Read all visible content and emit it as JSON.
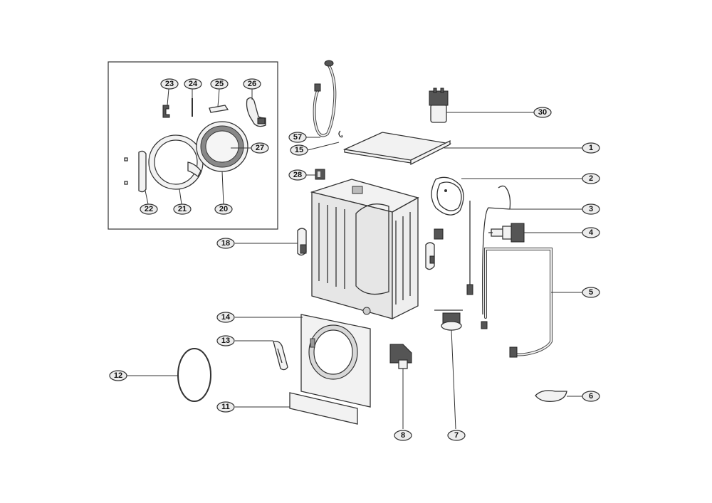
{
  "diagram": {
    "callouts": [
      {
        "id": "c23",
        "label": "23"
      },
      {
        "id": "c24",
        "label": "24"
      },
      {
        "id": "c25",
        "label": "25"
      },
      {
        "id": "c26",
        "label": "26"
      },
      {
        "id": "c27",
        "label": "27"
      },
      {
        "id": "c22",
        "label": "22"
      },
      {
        "id": "c21",
        "label": "21"
      },
      {
        "id": "c20",
        "label": "20"
      },
      {
        "id": "c57",
        "label": "57"
      },
      {
        "id": "c15",
        "label": "15"
      },
      {
        "id": "c28",
        "label": "28"
      },
      {
        "id": "c30",
        "label": "30"
      },
      {
        "id": "c1",
        "label": "1"
      },
      {
        "id": "c2",
        "label": "2"
      },
      {
        "id": "c3",
        "label": "3"
      },
      {
        "id": "c4",
        "label": "4"
      },
      {
        "id": "c5",
        "label": "5"
      },
      {
        "id": "c6",
        "label": "6"
      },
      {
        "id": "c7",
        "label": "7"
      },
      {
        "id": "c8",
        "label": "8"
      },
      {
        "id": "c18",
        "label": "18"
      },
      {
        "id": "c14",
        "label": "14"
      },
      {
        "id": "c13",
        "label": "13"
      },
      {
        "id": "c12",
        "label": "12"
      },
      {
        "id": "c11",
        "label": "11"
      }
    ]
  }
}
